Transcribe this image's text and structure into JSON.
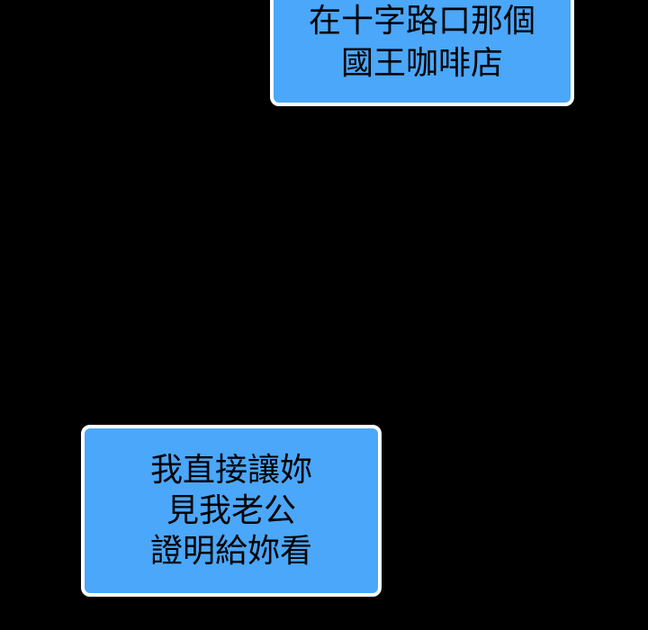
{
  "panel": {
    "background_color": "#000000",
    "bubble_fill_color": "#4BA7FA",
    "bubble_border_color": "#FFFFFF",
    "text_color": "#000000"
  },
  "bubbles": {
    "top": {
      "lines": [
        "在十字路口那個",
        "國王咖啡店"
      ]
    },
    "bottom": {
      "lines": [
        "我直接讓妳",
        "見我老公",
        "證明給妳看"
      ]
    }
  }
}
